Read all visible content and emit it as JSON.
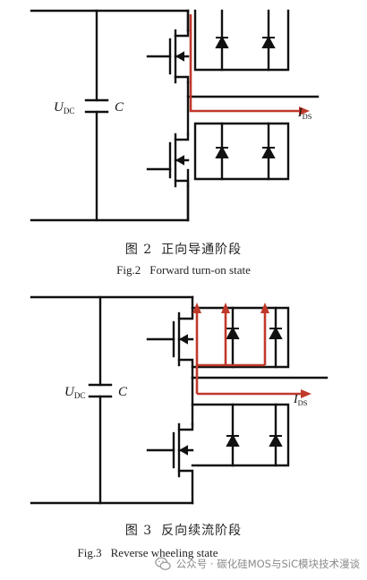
{
  "figure2": {
    "label_udc_main": "U",
    "label_udc_sub": "DC",
    "label_c": "C",
    "label_ids_main": "I",
    "label_ids_sub": "DS",
    "caption_cn_num": "图 2",
    "caption_cn_text": "正向导通阶段",
    "caption_en_num": "Fig.2",
    "caption_en_text": "Forward turn-on state"
  },
  "figure3": {
    "label_udc_main": "U",
    "label_udc_sub": "DC",
    "label_c": "C",
    "label_ids_main": "I",
    "label_ids_sub": "DS",
    "caption_cn_num": "图 3",
    "caption_cn_text": "反向续流阶段",
    "caption_en_num": "Fig.3",
    "caption_en_text": "Reverse wheeling state"
  },
  "watermark": {
    "text": "公众号 · 碳化硅MOS与SiC模块技术漫谈"
  },
  "colors": {
    "wire": "#111111",
    "current": "#c0392b",
    "caption": "#222222",
    "watermark": "#8a8a8a"
  }
}
